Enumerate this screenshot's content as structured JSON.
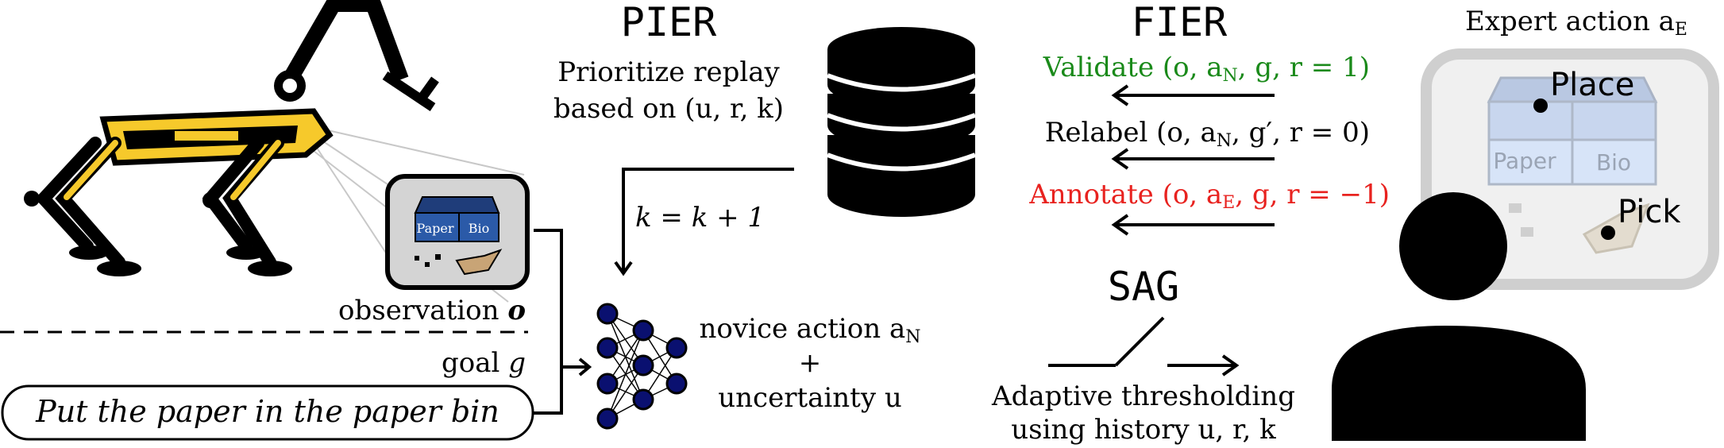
{
  "robot": {
    "observation_label": "observation",
    "observation_symbol": "o",
    "bin_labels": [
      "Paper",
      "Bio"
    ],
    "goal_label": "goal",
    "goal_symbol": "g",
    "instruction": "Put the paper in the paper bin"
  },
  "pier": {
    "title": "PIER",
    "line1": "Prioritize replay",
    "line2": "based on (u, r, k)",
    "counter": "k = k + 1"
  },
  "network": {
    "output_line1": "novice action a",
    "output_sub": "N",
    "output_plus": "+",
    "output_line2": "uncertainty u"
  },
  "fier": {
    "title": "FIER",
    "validate": "Validate (o, a",
    "validate_sub": "N",
    "validate_rest": ", g, r = 1)",
    "relabel": "Relabel (o, a",
    "relabel_sub": "N",
    "relabel_rest": ", g′, r = 0)",
    "annotate": "Annotate (o, a",
    "annotate_sub": "E",
    "annotate_rest": ", g, r = −1)"
  },
  "sag": {
    "title": "SAG",
    "line1": "Adaptive thresholding",
    "line2": "using history u, r, k"
  },
  "expert": {
    "title": "Expert action a",
    "title_sub": "E",
    "place_label": "Place",
    "pick_label": "Pick",
    "bin_labels": [
      "Paper",
      "Bio"
    ]
  },
  "colors": {
    "validate": "#1a8a1a",
    "annotate": "#e8221f",
    "robot_yellow": "#f6c92b",
    "neuron_fill": "#0a1070",
    "bin_blue": "#2b5aa8",
    "bin_light": "#8fb4e6"
  }
}
